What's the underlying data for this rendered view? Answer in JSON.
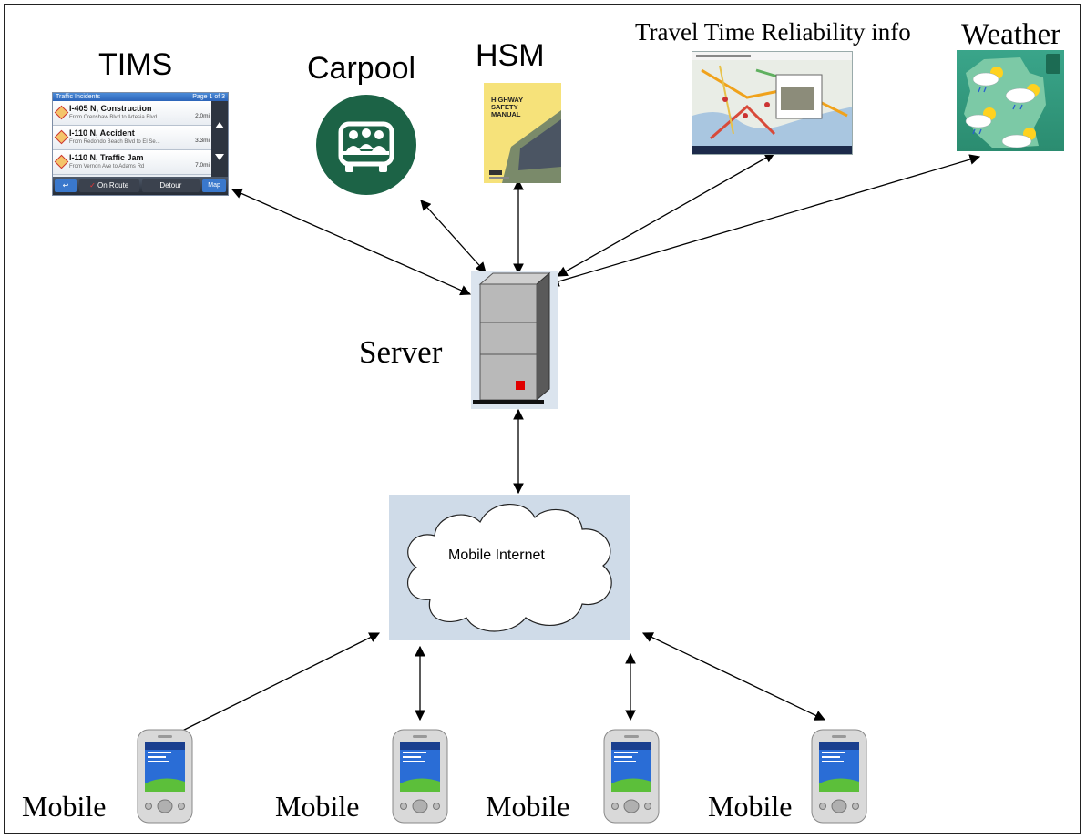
{
  "nodes": {
    "tims": {
      "label": "TIMS"
    },
    "carpool": {
      "label": "Carpool"
    },
    "hsm": {
      "label": "HSM"
    },
    "travel_time": {
      "label": "Travel Time Reliability info"
    },
    "weather": {
      "label": "Weather"
    },
    "server": {
      "label": "Server"
    },
    "mobile_internet": {
      "label": "Mobile Internet"
    },
    "mobiles": [
      {
        "label": "Mobile"
      },
      {
        "label": "Mobile"
      },
      {
        "label": "Mobile"
      },
      {
        "label": "Mobile"
      }
    ]
  },
  "tims_panel": {
    "header": "Traffic Incidents",
    "page": "Page 1 of 3",
    "rows": [
      {
        "title": "I-405 N, Construction",
        "sub": "From Crenshaw Blvd to Artesia Blvd",
        "dist": "2.0mi"
      },
      {
        "title": "I-110 N, Accident",
        "sub": "From Redondo Beach Blvd to El Se...",
        "dist": "3.3mi"
      },
      {
        "title": "I-110 N, Traffic Jam",
        "sub": "From Vernon Ave to Adams Rd",
        "dist": "7.0mi"
      }
    ],
    "buttons": {
      "on_route": "On Route",
      "detour": "Detour",
      "map": "Map"
    }
  },
  "hsm_cover": {
    "lines": [
      "HIGHWAY",
      "SAFETY",
      "MANUAL"
    ]
  },
  "connections": [
    "tims-server",
    "carpool-server",
    "hsm-server",
    "travel_time-server",
    "weather-server",
    "server-mobile_internet",
    "mobile_internet-mobile1",
    "mobile_internet-mobile2",
    "mobile_internet-mobile3",
    "mobile_internet-mobile4"
  ],
  "colors": {
    "carpool_green": "#1c6346",
    "hsm_yellow": "#f6e27a",
    "weather_teal": "#2b8c70",
    "server_led": "#e00000",
    "cloud_backdrop": "#cfdbe8",
    "tims_blue": "#2c64b8"
  }
}
